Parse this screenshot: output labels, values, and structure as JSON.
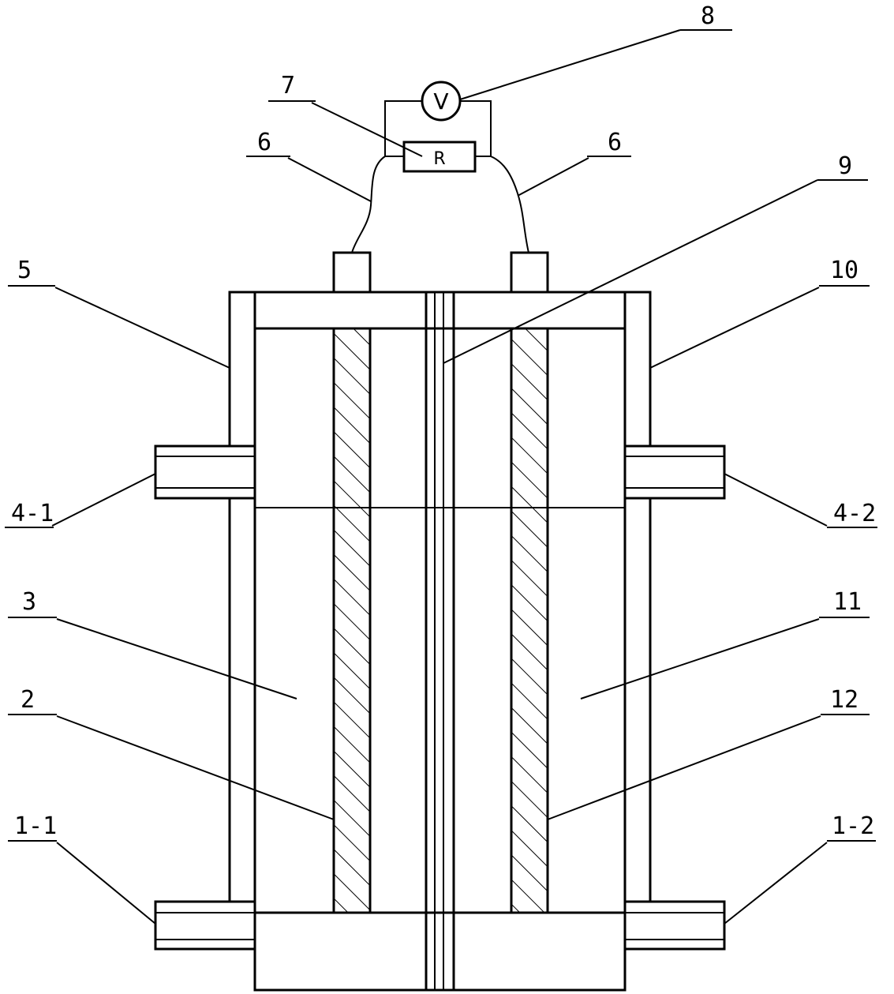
{
  "diagram": {
    "labels": {
      "l1_1": "1-1",
      "l1_2": "1-2",
      "l2": "2",
      "l3": "3",
      "l4_1": "4-1",
      "l4_2": "4-2",
      "l5": "5",
      "l6_left": "6",
      "l6_right": "6",
      "l7": "7",
      "l8": "8",
      "l9": "9",
      "l10": "10",
      "l11": "11",
      "l12": "12"
    },
    "components": {
      "resistor_symbol": "R",
      "voltmeter_symbol": "V"
    }
  }
}
